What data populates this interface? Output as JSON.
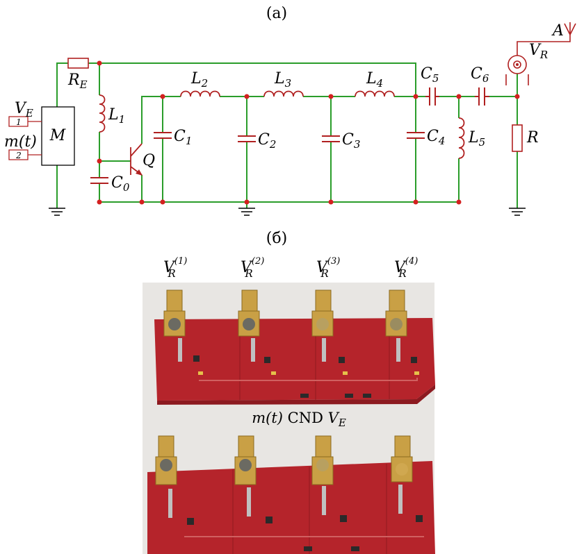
{
  "panel_a": {
    "label": "(a)",
    "components": {
      "M": "M",
      "RE": "R",
      "RE_sub": "E",
      "L1": "L",
      "L1_sub": "1",
      "L2": "L",
      "L2_sub": "2",
      "L3": "L",
      "L3_sub": "3",
      "L4": "L",
      "L4_sub": "4",
      "L5": "L",
      "L5_sub": "5",
      "C0": "C",
      "C0_sub": "0",
      "C1": "C",
      "C1_sub": "1",
      "C2": "C",
      "C2_sub": "2",
      "C3": "C",
      "C3_sub": "3",
      "C4": "C",
      "C4_sub": "4",
      "C5": "C",
      "C5_sub": "5",
      "C6": "C",
      "C6_sub": "6",
      "Q": "Q",
      "R": "R",
      "VR": "V",
      "VR_sub": "R",
      "A": "A"
    },
    "inputs": {
      "VE": "V",
      "VE_sub": "E",
      "mt": "m(t)",
      "pin1": "1",
      "pin2": "2"
    },
    "colors": {
      "wire": "#2a9d2a",
      "component": "#b02020",
      "node": "#d42020",
      "ground": "#000000"
    }
  },
  "panel_b": {
    "label": "(б)",
    "outputs": [
      {
        "v": "V",
        "sub": "R",
        "sup": "(1)"
      },
      {
        "v": "V",
        "sub": "R",
        "sup": "(2)"
      },
      {
        "v": "V",
        "sub": "R",
        "sup": "(3)"
      },
      {
        "v": "V",
        "sub": "R",
        "sup": "(4)"
      }
    ],
    "caption_mt": "m(t)",
    "caption_cnd": "CND",
    "caption_ve": "V",
    "caption_ve_sub": "E",
    "colors": {
      "board": "#b5242b",
      "board_dark": "#8c1a20",
      "background": "#e8e6e3",
      "connector": "#c9a045"
    }
  }
}
